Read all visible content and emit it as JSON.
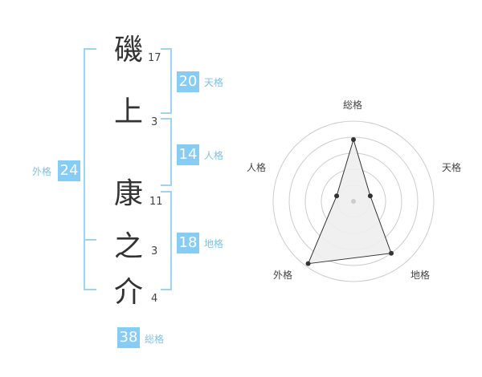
{
  "name": {
    "characters": [
      {
        "char": "磯",
        "strokes": "17"
      },
      {
        "char": "上",
        "strokes": "3"
      },
      {
        "char": "康",
        "strokes": "11"
      },
      {
        "char": "之",
        "strokes": "3"
      },
      {
        "char": "介",
        "strokes": "4"
      }
    ]
  },
  "fortune": {
    "tenkaku": {
      "value": "20",
      "label": "天格"
    },
    "jinkaku": {
      "value": "14",
      "label": "人格"
    },
    "chikaku": {
      "value": "18",
      "label": "地格"
    },
    "gaikaku": {
      "value": "24",
      "label": "外格"
    },
    "soukaku": {
      "value": "38",
      "label": "総格"
    }
  },
  "radar": {
    "axes": [
      "総格",
      "天格",
      "地格",
      "外格",
      "人格"
    ],
    "levels": 5,
    "values": [
      0.77,
      0.22,
      0.8,
      0.96,
      0.22
    ],
    "colors": {
      "grid": "#cccccc",
      "fill": "#eeeeee",
      "line": "#333333",
      "dot": "#333333",
      "center": "#cccccc"
    }
  }
}
